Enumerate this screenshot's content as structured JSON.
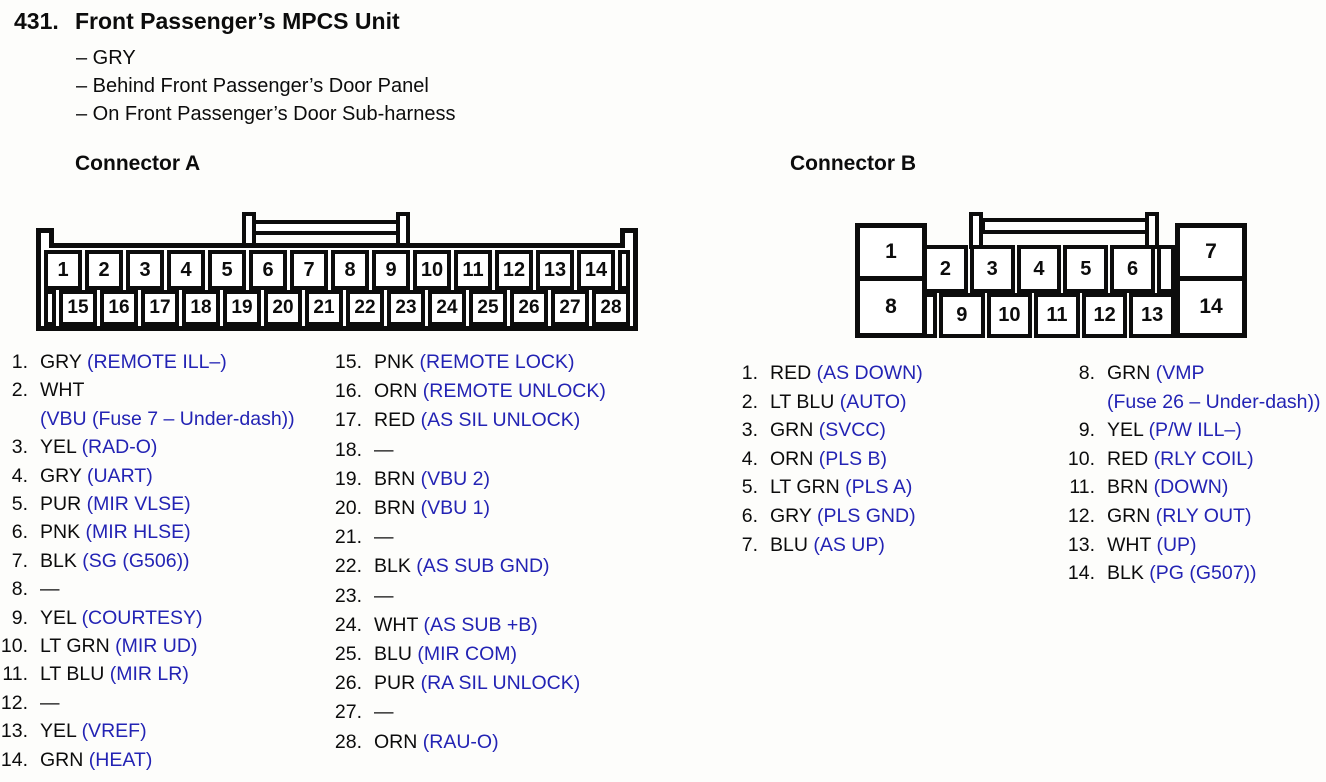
{
  "page": {
    "number": "431.",
    "title": "Front Passenger’s MPCS Unit",
    "details": [
      "– GRY",
      "– Behind Front Passenger’s Door Panel",
      "– On Front Passenger’s Door Sub-harness"
    ]
  },
  "connector_a": {
    "label": "Connector A",
    "top_row": [
      "1",
      "2",
      "3",
      "4",
      "5",
      "6",
      "7",
      "8",
      "9",
      "10",
      "11",
      "12",
      "13",
      "14",
      ""
    ],
    "bottom_row": [
      "",
      "15",
      "16",
      "17",
      "18",
      "19",
      "20",
      "21",
      "22",
      "23",
      "24",
      "25",
      "26",
      "27",
      "28"
    ],
    "pins_col1": [
      {
        "n": "1.",
        "wire": "GRY",
        "signal": "(REMOTE ILL–)",
        "signal2": ""
      },
      {
        "n": "2.",
        "wire": "WHT",
        "signal": "",
        "signal2": "(VBU (Fuse 7 – Under-dash))"
      },
      {
        "n": "3.",
        "wire": "YEL",
        "signal": "(RAD-O)",
        "signal2": ""
      },
      {
        "n": "4.",
        "wire": "GRY",
        "signal": "(UART)",
        "signal2": ""
      },
      {
        "n": "5.",
        "wire": "PUR",
        "signal": "(MIR VLSE)",
        "signal2": ""
      },
      {
        "n": "6.",
        "wire": "PNK",
        "signal": "(MIR HLSE)",
        "signal2": ""
      },
      {
        "n": "7.",
        "wire": "BLK",
        "signal": "(SG (G506))",
        "signal2": ""
      },
      {
        "n": "8.",
        "wire": "—",
        "signal": "",
        "signal2": ""
      },
      {
        "n": "9.",
        "wire": "YEL",
        "signal": "(COURTESY)",
        "signal2": ""
      },
      {
        "n": "10.",
        "wire": "LT GRN",
        "signal": "(MIR UD)",
        "signal2": ""
      },
      {
        "n": "11.",
        "wire": "LT BLU",
        "signal": "(MIR LR)",
        "signal2": ""
      },
      {
        "n": "12.",
        "wire": "—",
        "signal": "",
        "signal2": ""
      },
      {
        "n": "13.",
        "wire": "YEL",
        "signal": "(VREF)",
        "signal2": ""
      },
      {
        "n": "14.",
        "wire": "GRN",
        "signal": "(HEAT)",
        "signal2": ""
      }
    ],
    "pins_col2": [
      {
        "n": "15.",
        "wire": "PNK",
        "signal": "(REMOTE LOCK)",
        "signal2": ""
      },
      {
        "n": "16.",
        "wire": "ORN",
        "signal": "(REMOTE UNLOCK)",
        "signal2": ""
      },
      {
        "n": "17.",
        "wire": "RED",
        "signal": "(AS SIL UNLOCK)",
        "signal2": ""
      },
      {
        "n": "18.",
        "wire": "—",
        "signal": "",
        "signal2": ""
      },
      {
        "n": "19.",
        "wire": "BRN",
        "signal": "(VBU 2)",
        "signal2": ""
      },
      {
        "n": "20.",
        "wire": "BRN",
        "signal": "(VBU 1)",
        "signal2": ""
      },
      {
        "n": "21.",
        "wire": "—",
        "signal": "",
        "signal2": ""
      },
      {
        "n": "22.",
        "wire": "BLK",
        "signal": "(AS SUB GND)",
        "signal2": ""
      },
      {
        "n": "23.",
        "wire": "—",
        "signal": "",
        "signal2": ""
      },
      {
        "n": "24.",
        "wire": "WHT",
        "signal": "(AS SUB +B)",
        "signal2": ""
      },
      {
        "n": "25.",
        "wire": "BLU",
        "signal": "(MIR COM)",
        "signal2": ""
      },
      {
        "n": "26.",
        "wire": "PUR",
        "signal": "(RA SIL UNLOCK)",
        "signal2": ""
      },
      {
        "n": "27.",
        "wire": "—",
        "signal": "",
        "signal2": ""
      },
      {
        "n": "28.",
        "wire": "ORN",
        "signal": "(RAU-O)",
        "signal2": ""
      }
    ]
  },
  "connector_b": {
    "label": "Connector B",
    "left_top": "1",
    "left_bottom": "8",
    "right_top": "7",
    "right_bottom": "14",
    "mid_top": [
      "2",
      "3",
      "4",
      "5",
      "6",
      ""
    ],
    "mid_bottom": [
      "",
      "9",
      "10",
      "11",
      "12",
      "13"
    ],
    "pins_col1": [
      {
        "n": "1.",
        "wire": "RED",
        "signal": "(AS DOWN)",
        "signal2": ""
      },
      {
        "n": "2.",
        "wire": "LT BLU",
        "signal": "(AUTO)",
        "signal2": ""
      },
      {
        "n": "3.",
        "wire": "GRN",
        "signal": "(SVCC)",
        "signal2": ""
      },
      {
        "n": "4.",
        "wire": "ORN",
        "signal": "(PLS B)",
        "signal2": ""
      },
      {
        "n": "5.",
        "wire": "LT GRN",
        "signal": "(PLS A)",
        "signal2": ""
      },
      {
        "n": "6.",
        "wire": "GRY",
        "signal": "(PLS GND)",
        "signal2": ""
      },
      {
        "n": "7.",
        "wire": "BLU",
        "signal": "(AS UP)",
        "signal2": ""
      }
    ],
    "pins_col2": [
      {
        "n": "8.",
        "wire": "GRN",
        "signal": "(VMP",
        "signal2": "(Fuse 26 – Under-dash))"
      },
      {
        "n": "9.",
        "wire": "YEL",
        "signal": "(P/W ILL–)",
        "signal2": ""
      },
      {
        "n": "10.",
        "wire": "RED",
        "signal": "(RLY COIL)",
        "signal2": ""
      },
      {
        "n": "11.",
        "wire": "BRN",
        "signal": "(DOWN)",
        "signal2": ""
      },
      {
        "n": "12.",
        "wire": "GRN",
        "signal": "(RLY OUT)",
        "signal2": ""
      },
      {
        "n": "13.",
        "wire": "WHT",
        "signal": "(UP)",
        "signal2": ""
      },
      {
        "n": "14.",
        "wire": "BLK",
        "signal": "(PG (G507))",
        "signal2": ""
      }
    ]
  },
  "colors": {
    "ink": "#0c0c0c",
    "signal_blue": "#2323b4",
    "background": "#fdfdfb"
  }
}
